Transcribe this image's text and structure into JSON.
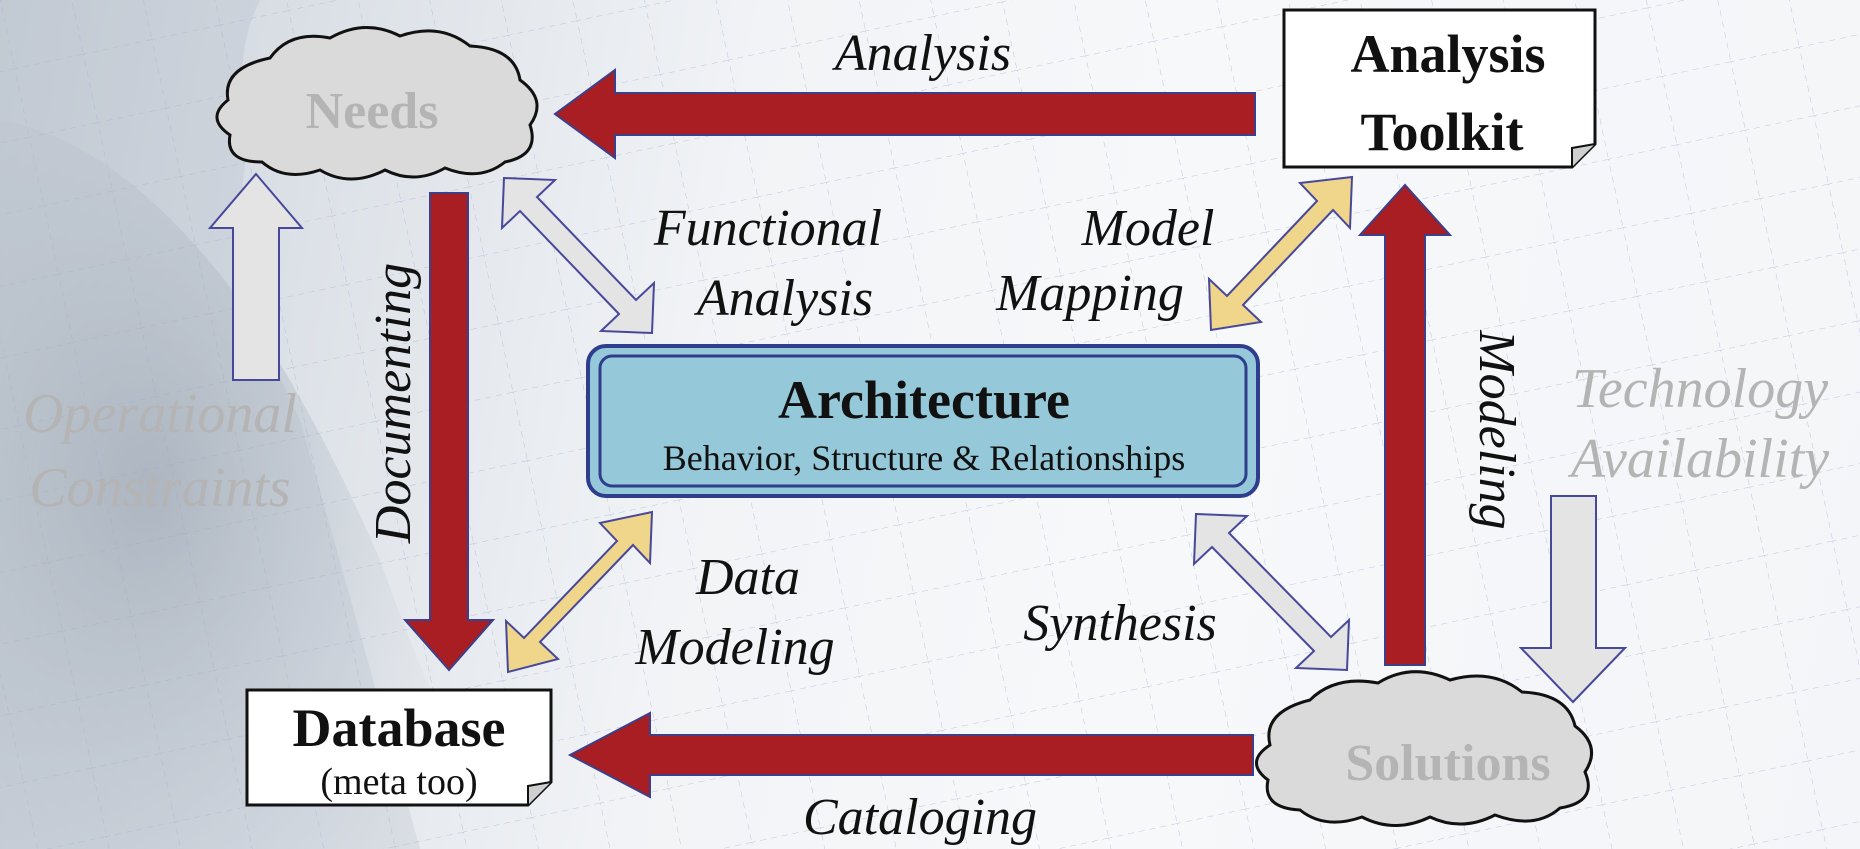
{
  "nodes": {
    "needs": "Needs",
    "solutions": "Solutions",
    "analysis_toolkit": [
      "Analysis",
      "Toolkit"
    ],
    "database_title": "Database",
    "database_sub": "(meta too)",
    "architecture_title": "Architecture",
    "architecture_sub": "Behavior, Structure & Relationships"
  },
  "edges": {
    "analysis": "Analysis",
    "cataloging": "Cataloging",
    "documenting": "Documenting",
    "modeling": "Modeling",
    "functional_analysis": [
      "Functional",
      "Analysis"
    ],
    "model_mapping": [
      "Model",
      "Mapping"
    ],
    "data_modeling": [
      "Data",
      "Modeling"
    ],
    "synthesis": "Synthesis"
  },
  "side_labels": {
    "operational_constraints": [
      "Operational",
      "Constraints"
    ],
    "technology_availability": [
      "Technology",
      "Availability"
    ]
  },
  "colors": {
    "flow_arrow": "#a81e22",
    "data_arrow": "#f0d68a",
    "neutral_arrow": "#e4e4e4",
    "architecture_fill": "#95c8d8",
    "architecture_border": "#2e3d8c",
    "cloud_fill": "#dadada"
  }
}
